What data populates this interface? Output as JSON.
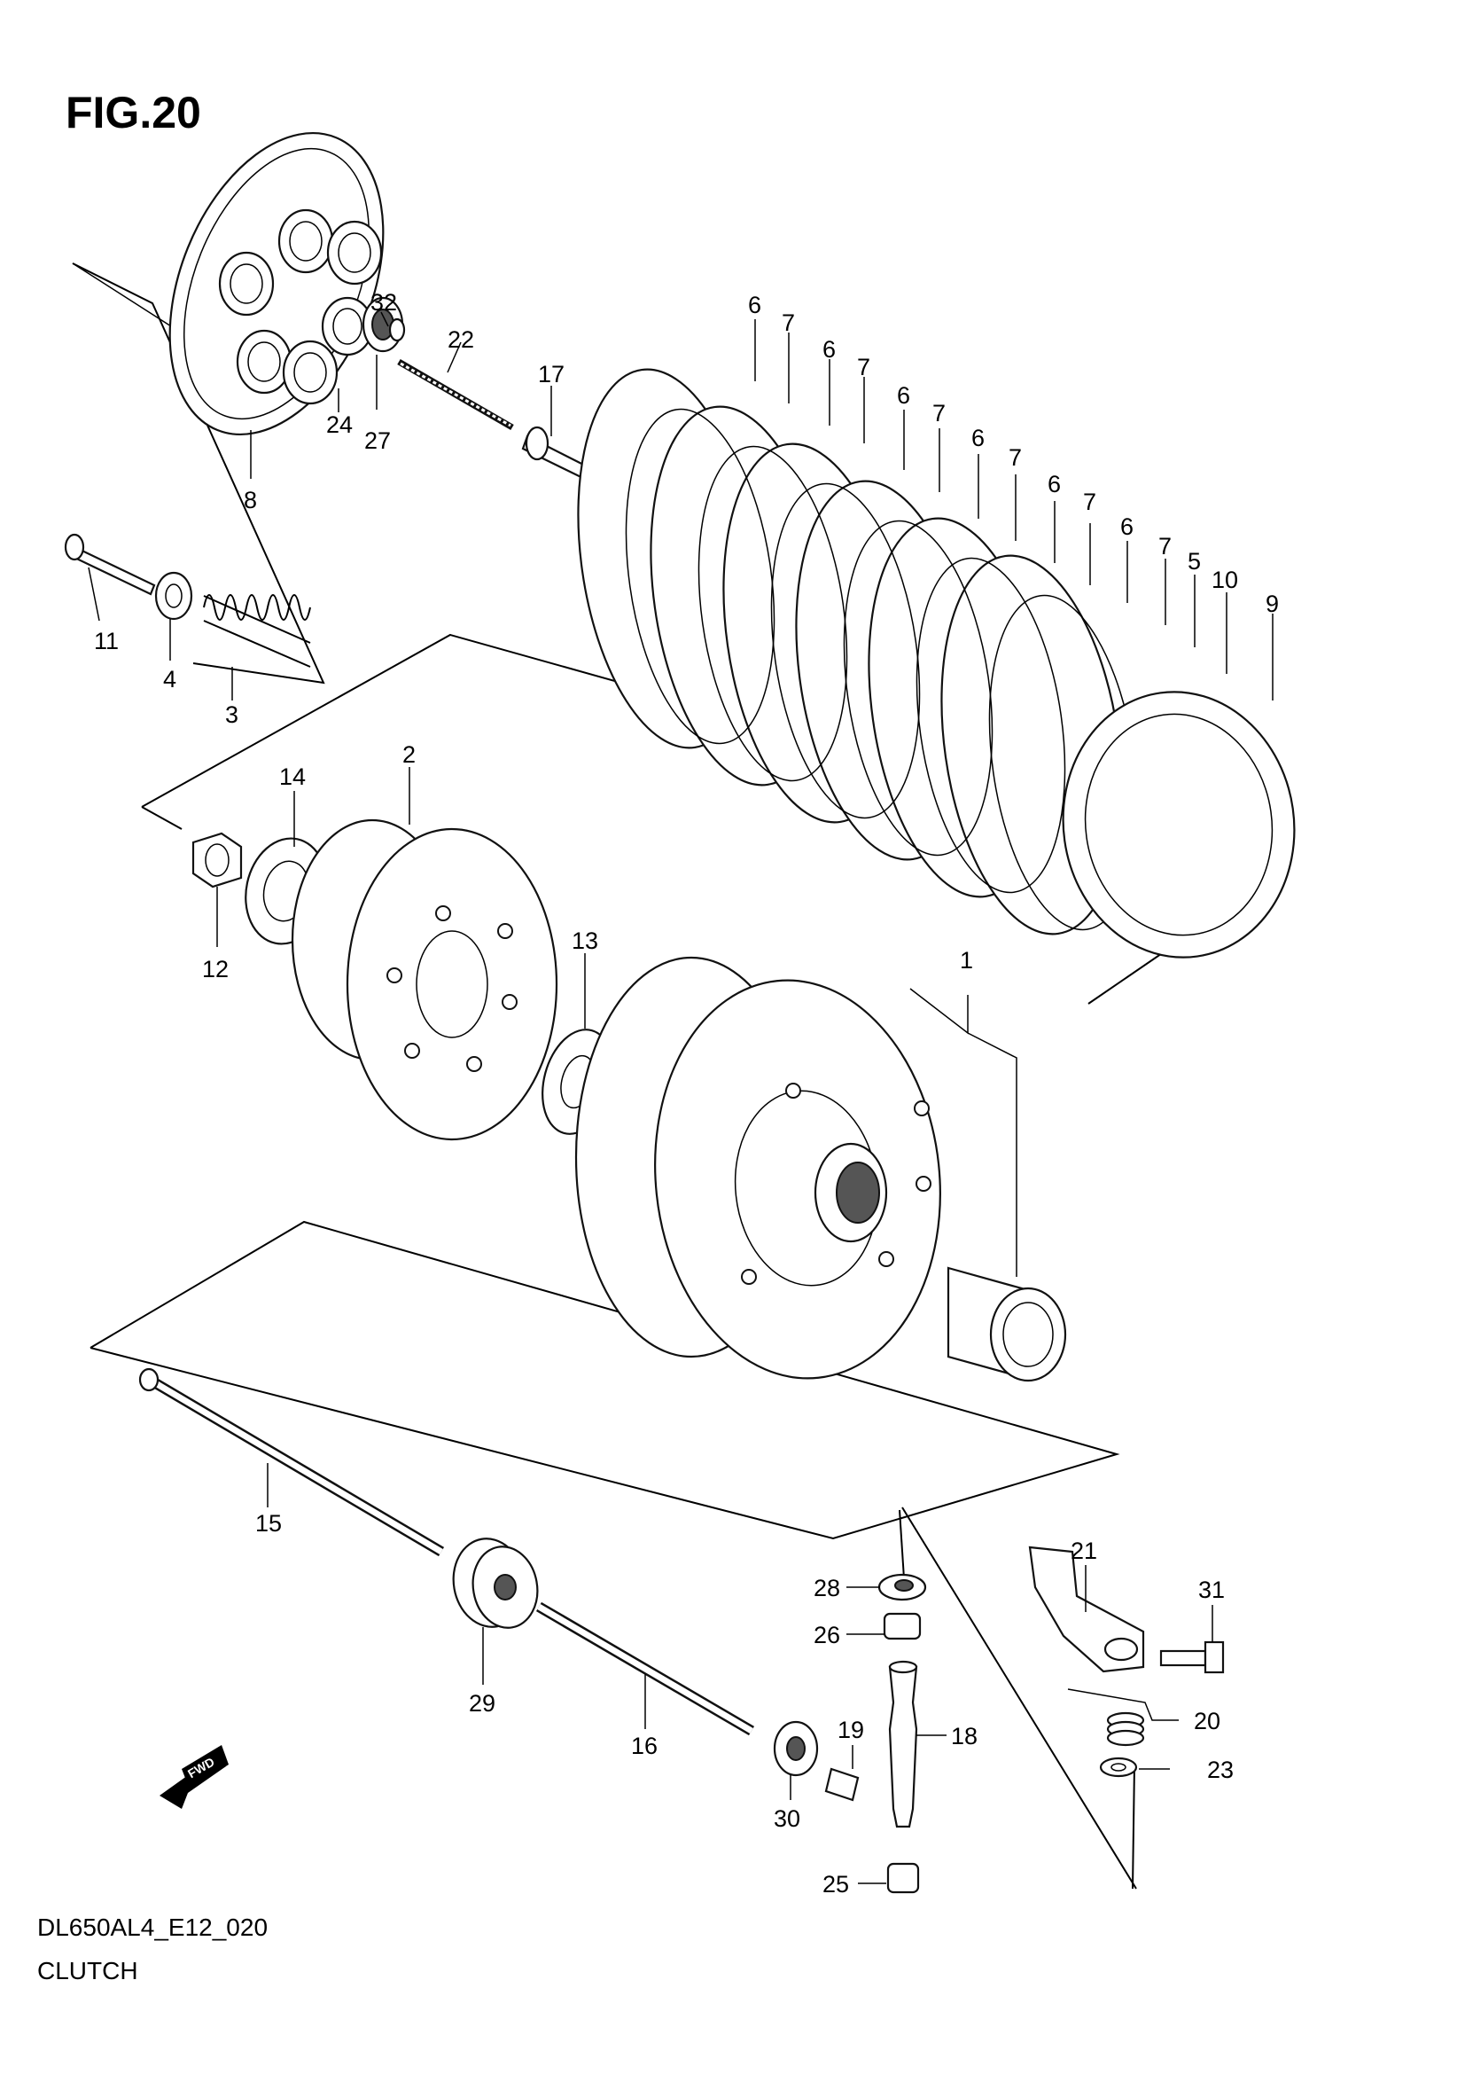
{
  "figure_title": "FIG.20",
  "diagram_code": "DL650AL4_E12_020",
  "section_name": "CLUTCH",
  "fwd_badge": "FWD",
  "icons": {
    "fwd_arrow": "fwd-arrow-icon"
  },
  "callouts": [
    {
      "id": "c32",
      "label": "32"
    },
    {
      "id": "c22",
      "label": "22"
    },
    {
      "id": "c17",
      "label": "17"
    },
    {
      "id": "c24",
      "label": "24"
    },
    {
      "id": "c27",
      "label": "27"
    },
    {
      "id": "c8",
      "label": "8"
    },
    {
      "id": "c11",
      "label": "11"
    },
    {
      "id": "c4",
      "label": "4"
    },
    {
      "id": "c3",
      "label": "3"
    },
    {
      "id": "c6a",
      "label": "6"
    },
    {
      "id": "c7a",
      "label": "7"
    },
    {
      "id": "c6b",
      "label": "6"
    },
    {
      "id": "c7b",
      "label": "7"
    },
    {
      "id": "c6c",
      "label": "6"
    },
    {
      "id": "c7c",
      "label": "7"
    },
    {
      "id": "c6d",
      "label": "6"
    },
    {
      "id": "c7d",
      "label": "7"
    },
    {
      "id": "c6e",
      "label": "6"
    },
    {
      "id": "c7e",
      "label": "7"
    },
    {
      "id": "c6f",
      "label": "6"
    },
    {
      "id": "c7f",
      "label": "7"
    },
    {
      "id": "c5",
      "label": "5"
    },
    {
      "id": "c10",
      "label": "10"
    },
    {
      "id": "c9",
      "label": "9"
    },
    {
      "id": "c14",
      "label": "14"
    },
    {
      "id": "c2",
      "label": "2"
    },
    {
      "id": "c12",
      "label": "12"
    },
    {
      "id": "c13",
      "label": "13"
    },
    {
      "id": "c1",
      "label": "1"
    },
    {
      "id": "c15",
      "label": "15"
    },
    {
      "id": "c29",
      "label": "29"
    },
    {
      "id": "c16",
      "label": "16"
    },
    {
      "id": "c28",
      "label": "28"
    },
    {
      "id": "c26",
      "label": "26"
    },
    {
      "id": "c19",
      "label": "19"
    },
    {
      "id": "c18",
      "label": "18"
    },
    {
      "id": "c30",
      "label": "30"
    },
    {
      "id": "c25",
      "label": "25"
    },
    {
      "id": "c21",
      "label": "21"
    },
    {
      "id": "c31",
      "label": "31"
    },
    {
      "id": "c20",
      "label": "20"
    },
    {
      "id": "c23",
      "label": "23"
    }
  ]
}
